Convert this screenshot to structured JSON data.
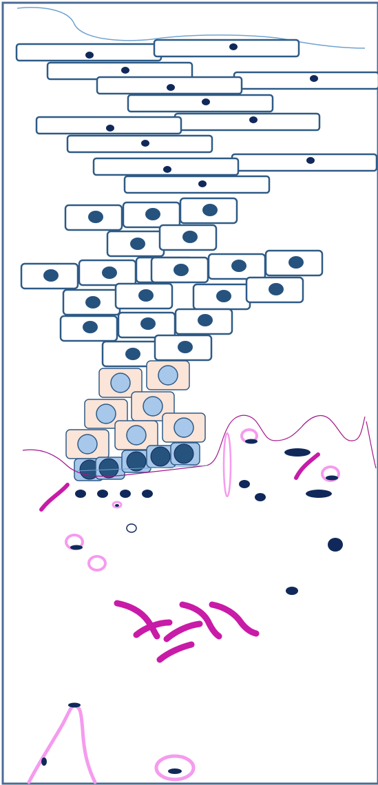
{
  "diagram": {
    "colors": {
      "frame": "#4a6c95",
      "cell_outline": "#2e5a86",
      "nucleus_dark": "#10295a",
      "nucleus_mid": "#26527e",
      "basal_nucleus_light": "#a7c8ea",
      "basal_cytoplasm": "#fbe4d8",
      "magenta": "#c81ba7",
      "pink": "#f59bee",
      "surface_line": "#6fa2cf",
      "membrane_line": "#a3158a"
    },
    "layers": [
      "flat-squamous-cells",
      "polygonal-spinous-cells",
      "basal-cells",
      "underlying-connective-tissue"
    ]
  }
}
